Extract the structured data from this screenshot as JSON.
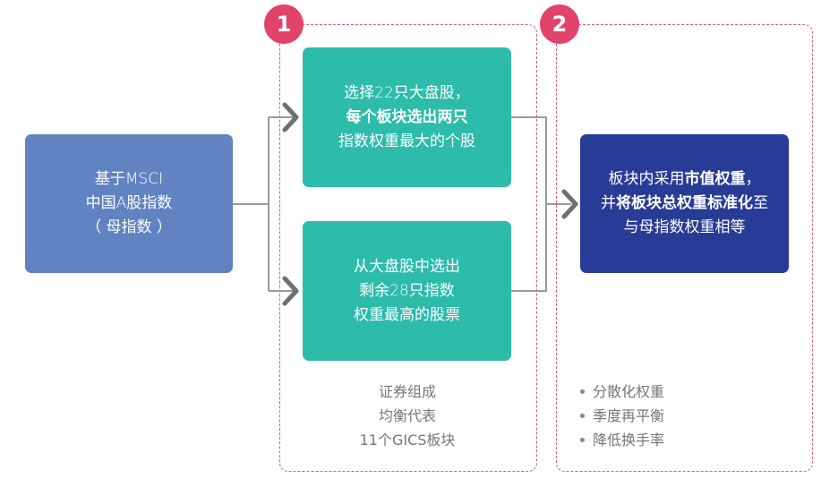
{
  "source_box": {
    "lines": [
      "基于MSCI",
      "中国A股指数",
      "（ 母指数 ）"
    ]
  },
  "step1": {
    "badge": "1",
    "box_top": {
      "line1": "选择22只大盘股，",
      "line2_bold": "每个板块选出两只",
      "line3": "指数权重最大的个股"
    },
    "box_bottom": {
      "lines": [
        "从大盘股中选出",
        "剩余28只指数",
        "权重最高的股票"
      ]
    },
    "notes": [
      "证券组成",
      "均衡代表",
      "11个GICS板块"
    ]
  },
  "step2": {
    "badge": "2",
    "box": {
      "l1_normal": "板块内采用",
      "l1_bold": "市值权重",
      "l1_tail": "，",
      "l2_pre": "并",
      "l2_bold": "将板块总权重标准化",
      "l2_tail": "至",
      "line3": "与母指数权重相等"
    },
    "bullets": [
      "分散化权重",
      "季度再平衡",
      "降低换手率"
    ]
  },
  "colors": {
    "source": "#6183c1",
    "step1_box": "#2dbbaa",
    "step2_box": "#283c97",
    "badge": "#e2436a",
    "dashed_border": "#e0587a",
    "connector": "#9a9a9a",
    "arrow": "#6d7072"
  }
}
